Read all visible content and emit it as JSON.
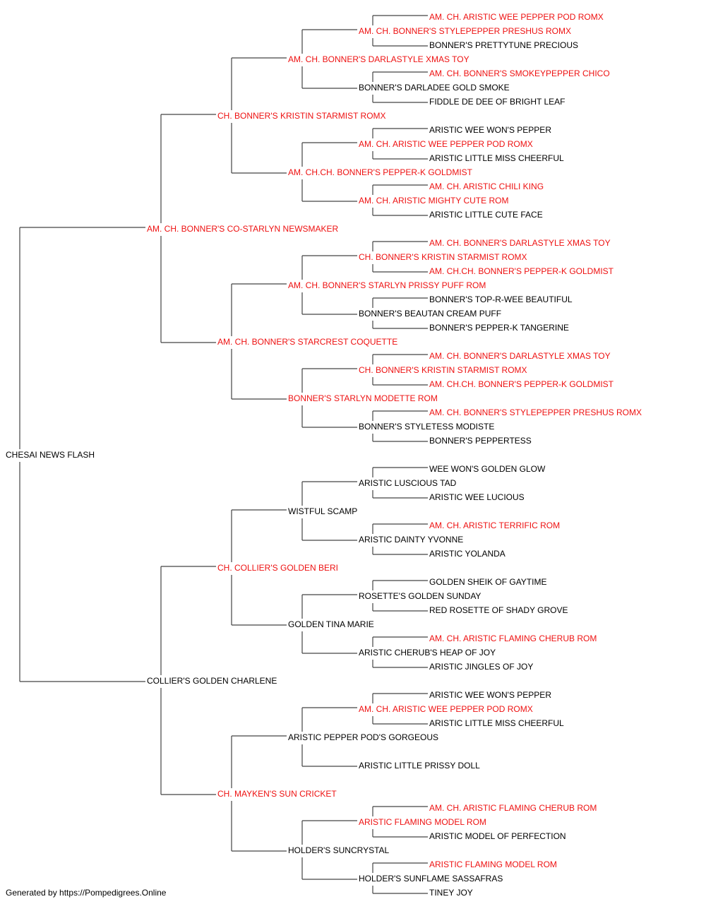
{
  "colors": {
    "champion": "#ee1111",
    "normal": "#000000",
    "line": "#444444"
  },
  "subject": {
    "name": "CHESAI NEWS FLASH",
    "champion": false
  },
  "pedigree": [
    {
      "name": "AM. CH. BONNER'S CO-STARLYN NEWSMAKER",
      "champion": true
    },
    {
      "name": "COLLIER'S GOLDEN CHARLENE",
      "champion": false
    },
    {
      "name": "CH. BONNER'S KRISTIN STARMIST ROMX",
      "champion": true
    },
    {
      "name": "AM. CH. BONNER'S STARCREST COQUETTE",
      "champion": true
    },
    {
      "name": "CH. COLLIER'S GOLDEN BERI",
      "champion": true
    },
    {
      "name": "CH. MAYKEN'S SUN CRICKET",
      "champion": true
    },
    {
      "name": "AM. CH. BONNER'S DARLASTYLE XMAS TOY",
      "champion": true
    },
    {
      "name": "AM. CH.CH. BONNER'S PEPPER-K GOLDMIST",
      "champion": true
    },
    {
      "name": "AM. CH. BONNER'S STARLYN PRISSY PUFF ROM",
      "champion": true
    },
    {
      "name": "BONNER'S STARLYN MODETTE ROM",
      "champion": true
    },
    {
      "name": "WISTFUL SCAMP",
      "champion": false
    },
    {
      "name": "GOLDEN TINA MARIE",
      "champion": false
    },
    {
      "name": "ARISTIC PEPPER POD'S GORGEOUS",
      "champion": false
    },
    {
      "name": "HOLDER'S SUNCRYSTAL",
      "champion": false
    },
    {
      "name": "AM. CH. BONNER'S STYLEPEPPER PRESHUS ROMX",
      "champion": true
    },
    {
      "name": "BONNER'S DARLADEE GOLD SMOKE",
      "champion": false
    },
    {
      "name": "AM. CH. ARISTIC WEE PEPPER POD ROMX",
      "champion": true
    },
    {
      "name": "AM. CH. ARISTIC MIGHTY CUTE ROM",
      "champion": true
    },
    {
      "name": "CH. BONNER'S KRISTIN STARMIST ROMX",
      "champion": true
    },
    {
      "name": "BONNER'S BEAUTAN CREAM PUFF",
      "champion": false
    },
    {
      "name": "CH. BONNER'S KRISTIN STARMIST ROMX",
      "champion": true
    },
    {
      "name": "BONNER'S STYLETESS MODISTE",
      "champion": false
    },
    {
      "name": "ARISTIC LUSCIOUS TAD",
      "champion": false
    },
    {
      "name": "ARISTIC DAINTY YVONNE",
      "champion": false
    },
    {
      "name": "ROSETTE'S GOLDEN SUNDAY",
      "champion": false
    },
    {
      "name": "ARISTIC CHERUB'S HEAP OF JOY",
      "champion": false
    },
    {
      "name": "AM. CH. ARISTIC WEE PEPPER POD ROMX",
      "champion": true
    },
    {
      "name": "ARISTIC LITTLE PRISSY DOLL",
      "champion": false
    },
    {
      "name": "ARISTIC FLAMING MODEL ROM",
      "champion": true
    },
    {
      "name": "HOLDER'S SUNFLAME SASSAFRAS",
      "champion": false
    },
    {
      "name": "AM. CH. ARISTIC WEE PEPPER POD ROMX",
      "champion": true
    },
    {
      "name": "BONNER'S PRETTYTUNE PRECIOUS",
      "champion": false
    },
    {
      "name": "AM. CH. BONNER'S SMOKEYPEPPER CHICO",
      "champion": true
    },
    {
      "name": "FIDDLE DE DEE OF BRIGHT LEAF",
      "champion": false
    },
    {
      "name": "ARISTIC WEE WON'S PEPPER",
      "champion": false
    },
    {
      "name": "ARISTIC LITTLE MISS CHEERFUL",
      "champion": false
    },
    {
      "name": "AM. CH. ARISTIC CHILI KING",
      "champion": true
    },
    {
      "name": "ARISTIC LITTLE CUTE FACE",
      "champion": false
    },
    {
      "name": "AM. CH. BONNER'S DARLASTYLE XMAS TOY",
      "champion": true
    },
    {
      "name": "AM. CH.CH. BONNER'S PEPPER-K GOLDMIST",
      "champion": true
    },
    {
      "name": "BONNER'S TOP-R-WEE BEAUTIFUL",
      "champion": false
    },
    {
      "name": "BONNER'S PEPPER-K TANGERINE",
      "champion": false
    },
    {
      "name": "AM. CH. BONNER'S DARLASTYLE XMAS TOY",
      "champion": true
    },
    {
      "name": "AM. CH.CH. BONNER'S PEPPER-K GOLDMIST",
      "champion": true
    },
    {
      "name": "AM. CH. BONNER'S STYLEPEPPER PRESHUS ROMX",
      "champion": true
    },
    {
      "name": "BONNER'S PEPPERTESS",
      "champion": false
    },
    {
      "name": "WEE WON'S GOLDEN GLOW",
      "champion": false
    },
    {
      "name": "ARISTIC WEE LUCIOUS",
      "champion": false
    },
    {
      "name": "AM. CH. ARISTIC TERRIFIC ROM",
      "champion": true
    },
    {
      "name": "ARISTIC YOLANDA",
      "champion": false
    },
    {
      "name": "GOLDEN SHEIK OF GAYTIME",
      "champion": false
    },
    {
      "name": "RED ROSETTE OF SHADY GROVE",
      "champion": false
    },
    {
      "name": "AM. CH. ARISTIC FLAMING CHERUB ROM",
      "champion": true
    },
    {
      "name": "ARISTIC JINGLES OF JOY",
      "champion": false
    },
    {
      "name": "ARISTIC WEE WON'S PEPPER",
      "champion": false
    },
    {
      "name": "ARISTIC LITTLE MISS CHEERFUL",
      "champion": false
    },
    {
      "name": "",
      "champion": false
    },
    {
      "name": "",
      "champion": false
    },
    {
      "name": "AM. CH. ARISTIC FLAMING CHERUB ROM",
      "champion": true
    },
    {
      "name": "ARISTIC MODEL OF PERFECTION",
      "champion": false
    },
    {
      "name": "ARISTIC FLAMING MODEL ROM",
      "champion": true
    },
    {
      "name": "TINEY JOY",
      "champion": false
    }
  ],
  "footer": {
    "credit": "Generated by https://Pompedigrees.Online"
  }
}
